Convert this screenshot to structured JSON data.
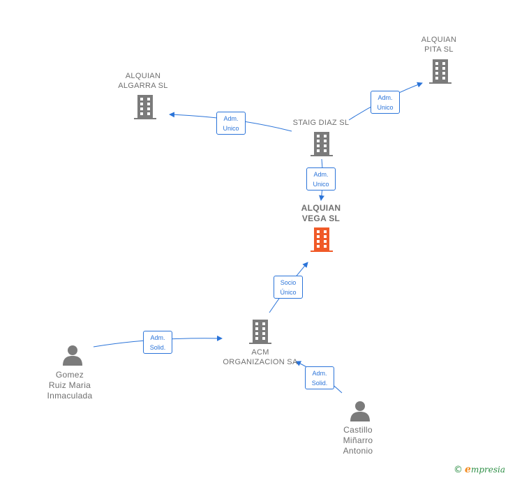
{
  "colors": {
    "building": "#7b7b7b",
    "building_focus": "#f05a28",
    "person": "#7b7b7b",
    "edge": "#2b74d9"
  },
  "nodes": {
    "alquian_pita": {
      "label": "ALQUIAN\nPITA SL"
    },
    "alquian_algarra": {
      "label": "ALQUIAN\nALGARRA  SL"
    },
    "staig_diaz": {
      "label": "STAIG DIAZ SL"
    },
    "alquian_vega": {
      "label": "ALQUIAN\nVEGA  SL"
    },
    "acm": {
      "label": "ACM\nORGANIZACION SA"
    },
    "gomez": {
      "label": "Gomez\nRuiz Maria\nInmaculada"
    },
    "castillo": {
      "label": "Castillo\nMiñarro\nAntonio"
    }
  },
  "edges": {
    "staig_to_pita": {
      "line1": "Adm.",
      "line2": "Unico"
    },
    "staig_to_algarra": {
      "line1": "Adm.",
      "line2": "Unico"
    },
    "staig_to_vega": {
      "line1": "Adm.",
      "line2": "Unico"
    },
    "acm_to_vega": {
      "line1": "Socio",
      "line2": "Único"
    },
    "gomez_to_acm": {
      "line1": "Adm.",
      "line2": "Solid."
    },
    "castillo_to_acm": {
      "line1": "Adm.",
      "line2": "Solid."
    }
  },
  "footer": {
    "copyright": "©",
    "brand_initial": "e",
    "brand_rest": "mpresia"
  }
}
